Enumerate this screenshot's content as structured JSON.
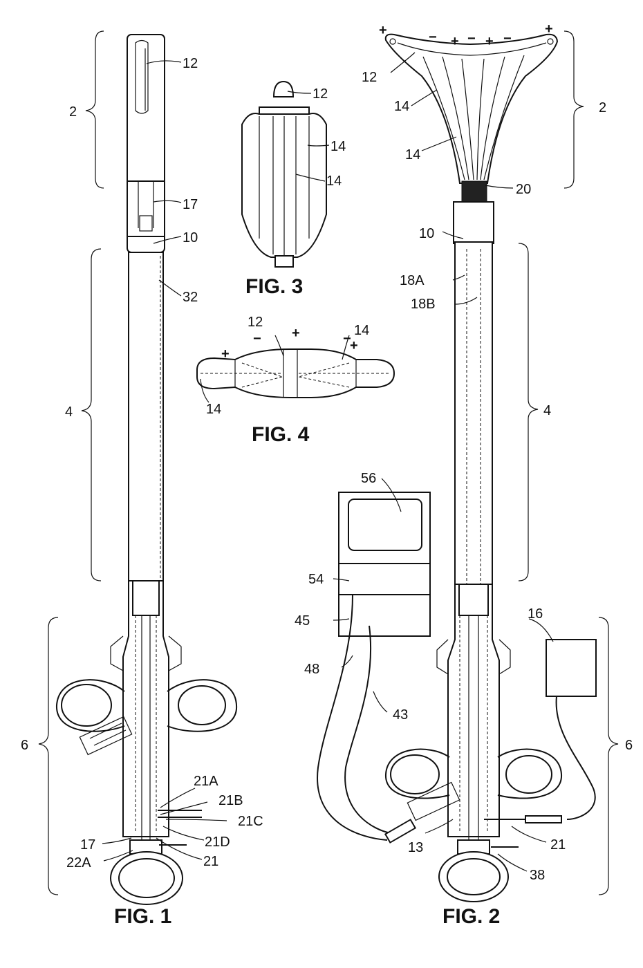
{
  "figures": {
    "fig1": {
      "caption": "FIG. 1",
      "labels": [
        "12",
        "17",
        "10",
        "32",
        "21A",
        "21B",
        "21C",
        "21D",
        "21",
        "17",
        "22A"
      ],
      "brackets": [
        "2",
        "4",
        "6"
      ]
    },
    "fig2": {
      "caption": "FIG. 2",
      "labels": [
        "12",
        "14",
        "14",
        "20",
        "10",
        "18A",
        "18B",
        "56",
        "54",
        "45",
        "48",
        "43",
        "16",
        "13",
        "21",
        "38"
      ],
      "brackets": [
        "2",
        "4",
        "6"
      ],
      "polarity": [
        "+",
        "−",
        "+",
        "−",
        "+",
        "−",
        "+"
      ]
    },
    "fig3": {
      "caption": "FIG. 3",
      "labels": [
        "12",
        "14",
        "14"
      ]
    },
    "fig4": {
      "caption": "FIG. 4",
      "labels": [
        "12",
        "14",
        "14"
      ],
      "polarity": [
        "−",
        "+",
        "−",
        "+",
        "+"
      ]
    }
  }
}
